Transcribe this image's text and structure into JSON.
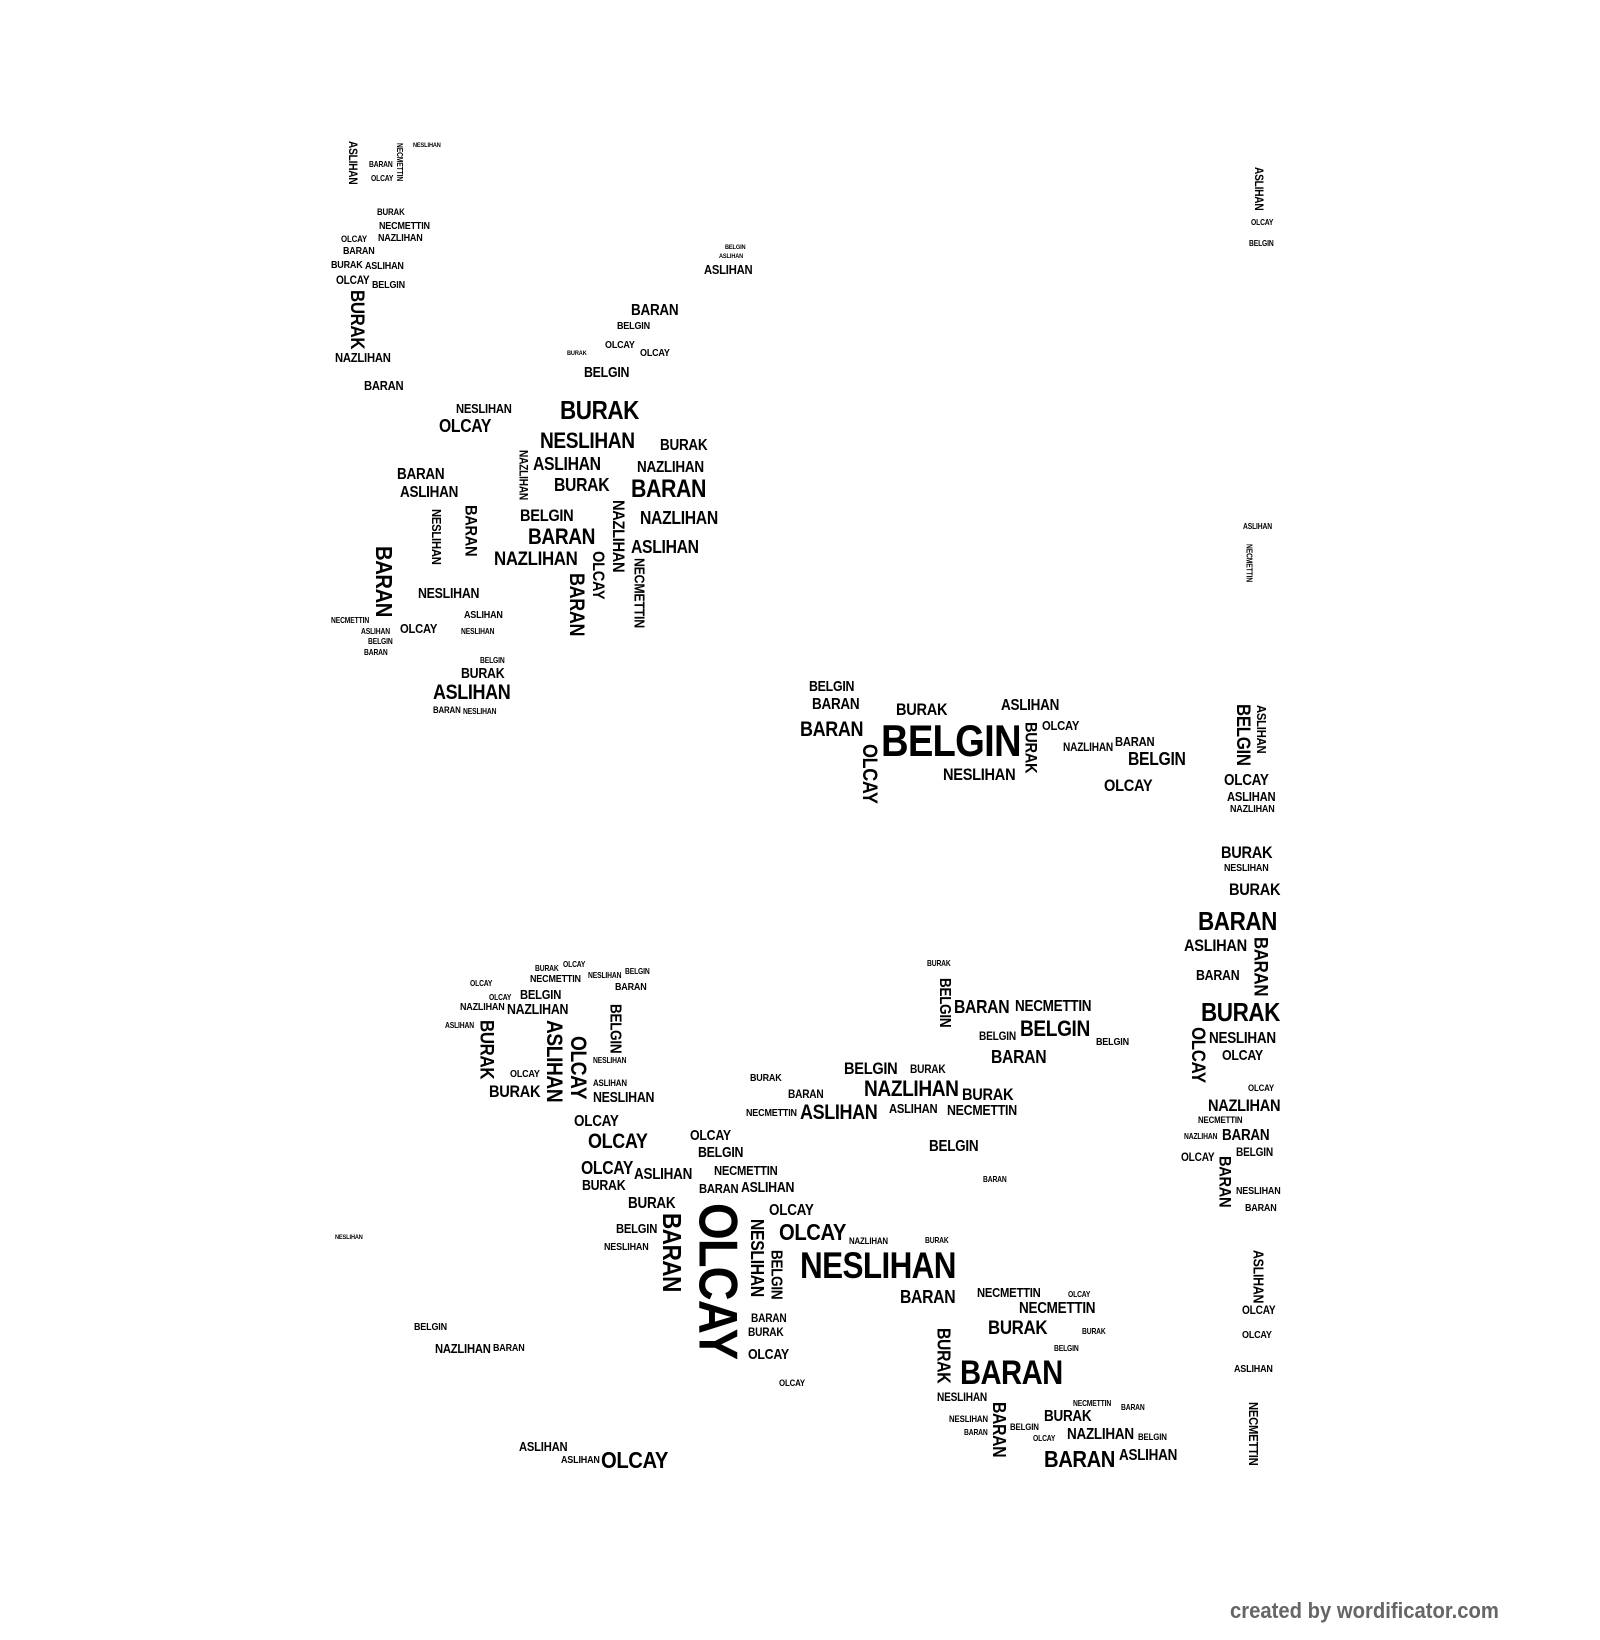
{
  "words": [
    "ASLIHAN",
    "BARAN",
    "BELGIN",
    "BURAK",
    "NAZLIHAN",
    "NECMETTIN",
    "NESLIHAN",
    "OLCAY"
  ],
  "footer": "created by wordificator.com",
  "colors": {
    "text": "#000000",
    "footer": "#666666",
    "background": "#ffffff"
  }
}
